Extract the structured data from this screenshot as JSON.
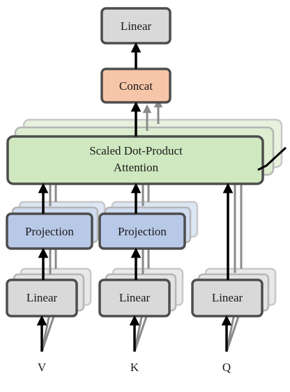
{
  "diagram": {
    "top_linear": "Linear",
    "concat": "Concat",
    "attention_line1": "Scaled Dot-Product",
    "attention_line2": "Attention",
    "projection_v": "Projection",
    "projection_k": "Projection",
    "linear_v": "Linear",
    "linear_k": "Linear",
    "linear_q": "Linear",
    "input_v": "V",
    "input_k": "K",
    "input_q": "Q"
  },
  "colors": {
    "linear_fill": "#d9d9d9",
    "concat_fill": "#f7c6a8",
    "attention_fill": "#cfe8c0",
    "projection_fill": "#b8c9e8",
    "stroke": "#4d4d4d"
  }
}
